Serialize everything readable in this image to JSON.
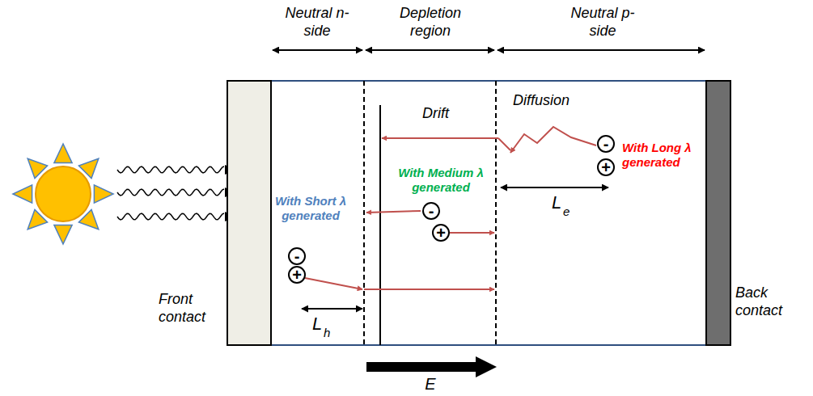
{
  "diagram": {
    "nodes": [
      {
        "text": [
          "-"
        ]
      },
      {
        "text": [
          "+"
        ]
      },
      {
        "text": [
          "-"
        ]
      },
      {
        "text": [
          "+"
        ]
      },
      {
        "text": [
          "-"
        ]
      },
      {
        "text": [
          "+"
        ]
      }
    ],
    "labels": [
      "Neutral n-side",
      "Depletion region",
      "Neutral p-side",
      "Drift",
      "Diffusion",
      "With Long λ generated",
      "With Medium λ generated",
      "With Short λ generated",
      "L",
      "e",
      "L",
      "h",
      "Front contact",
      "Back contact",
      "E"
    ]
  }
}
